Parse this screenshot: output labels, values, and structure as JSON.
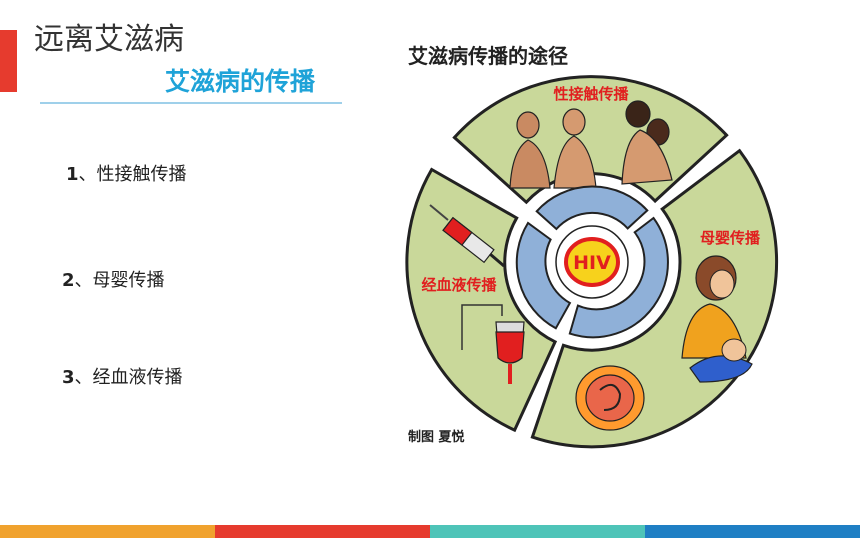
{
  "header": {
    "title": "远离艾滋病",
    "subtitle": "艾滋病的传播"
  },
  "list": {
    "items": [
      {
        "num": "1",
        "text": "、性接触传播"
      },
      {
        "num": "2",
        "text": "、母婴传播"
      },
      {
        "num": "3",
        "text": "、经血液传播"
      }
    ]
  },
  "diagram": {
    "title": "艾滋病传播的途径",
    "center_label": "HIV",
    "segments": [
      {
        "label": "性接触传播"
      },
      {
        "label": "母婴传播"
      },
      {
        "label": "经血液传播"
      }
    ],
    "credit": "制图 夏悦"
  },
  "colors": {
    "accent_red": "#e63b2e",
    "subtitle_blue": "#1fa3d8",
    "segment_green": "#c9d89a",
    "inner_ring_blue": "#8fb0d8",
    "hiv_red": "#e11f1f",
    "hiv_yellow": "#f7d21c",
    "footer": [
      "#f0a22e",
      "#e63b2e",
      "#4ec4b8",
      "#1f7fc4"
    ]
  }
}
